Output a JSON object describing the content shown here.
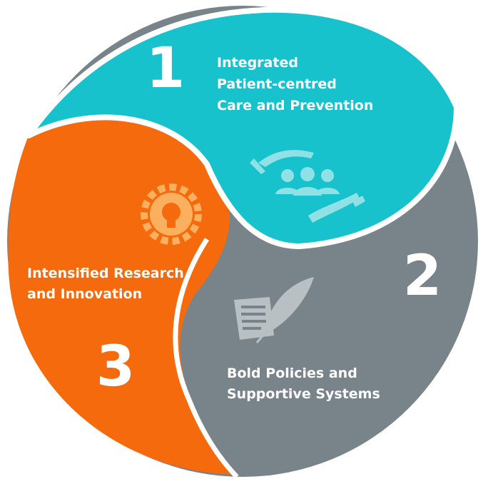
{
  "segments": [
    {
      "number": "1",
      "label_lines": [
        "Integrated",
        "Patient-centred",
        "Care and Prevention"
      ],
      "color": "#17c2cc",
      "icon": "hands-group-icon"
    },
    {
      "number": "2",
      "label_lines": [
        "Bold Policies and",
        "Supportive Systems"
      ],
      "color": "#78838a",
      "icon": "quill-document-icon"
    },
    {
      "number": "3",
      "label_lines": [
        "Intensified Research",
        "and Innovation"
      ],
      "color": "#f56a0c",
      "icon": "gear-lightbulb-icon"
    }
  ],
  "colors": {
    "teal": "#17c2cc",
    "gray": "#78838a",
    "orange": "#f56a0c",
    "icon_light": "#8fe1e6",
    "icon_gray": "#b9c0c4",
    "icon_orange": "#fbb05f"
  }
}
